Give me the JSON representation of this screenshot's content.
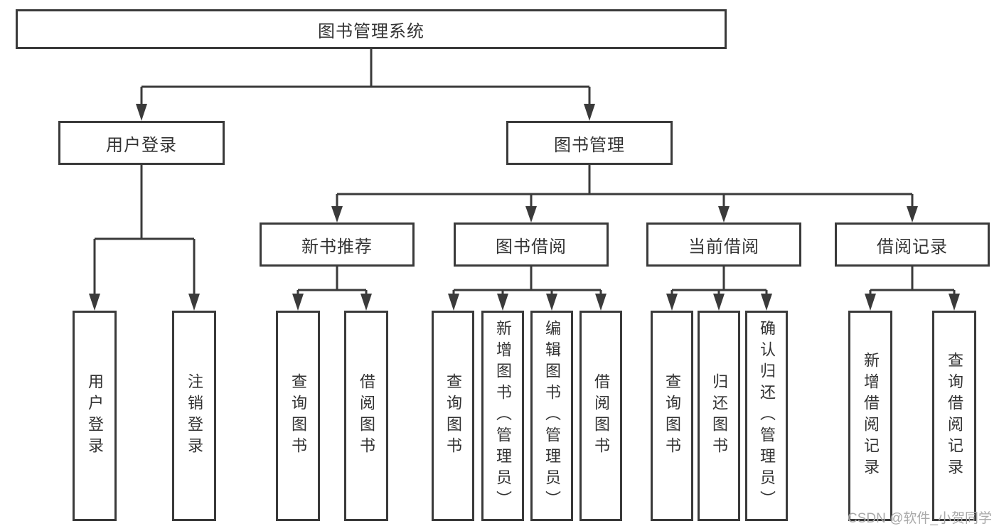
{
  "diagram": {
    "title": "图书管理系统",
    "watermark": "CSDN @软件_小贺同学",
    "colors": {
      "line": "#3a3a3a",
      "text": "#333333",
      "watermark_text": "#a9a9a9",
      "background": "#ffffff"
    },
    "tree": {
      "root": "图书管理系统",
      "branches": [
        {
          "label": "用户登录",
          "children": [
            "用户登录",
            "注销登录"
          ]
        },
        {
          "label": "图书管理",
          "sections": [
            {
              "label": "新书推荐",
              "children": [
                "查询图书",
                "借阅图书"
              ]
            },
            {
              "label": "图书借阅",
              "children": [
                "查询图书",
                "新增图书（管理员）",
                "编辑图书（管理员）",
                "借阅图书"
              ]
            },
            {
              "label": "当前借阅",
              "children": [
                "查询图书",
                "归还图书",
                "确认归还（管理员）"
              ]
            },
            {
              "label": "借阅记录",
              "children": [
                "新增借阅记录",
                "查询借阅记录"
              ]
            }
          ]
        }
      ]
    }
  }
}
